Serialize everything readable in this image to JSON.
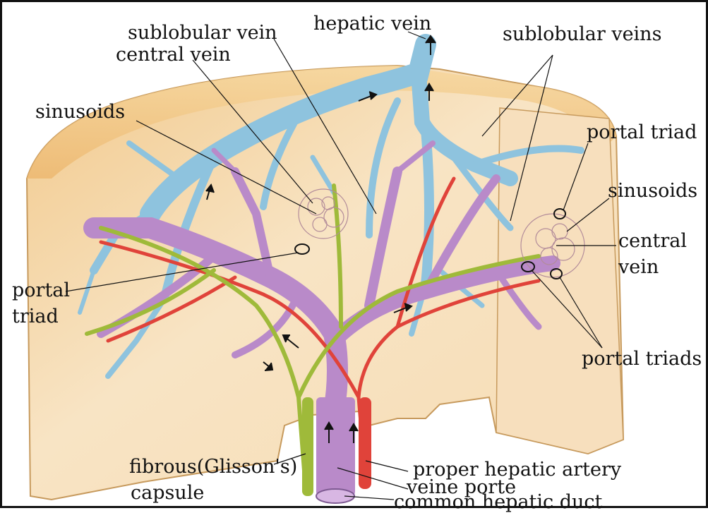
{
  "labels": {
    "hepatic_vein": "hepatic vein",
    "sublobular_vein": "sublobular vein",
    "sublobular_veins": "sublobular veins",
    "central_vein_top": "central vein",
    "sinusoids_left": "sinusoids",
    "portal_triad_right": "portal triad",
    "sinusoids_right": "sinusoids",
    "central_vein_right_1": "central",
    "central_vein_right_2": "vein",
    "portal_triad_left_1": "portal",
    "portal_triad_left_2": "triad",
    "portal_triads": "portal triads",
    "proper_hepatic_artery": "proper hepatic artery",
    "veine_porte": "veine porte",
    "common_hepatic_duct": "common hepatic duct",
    "fibrous_capsule_1": "fibrous(Glisson's)",
    "fibrous_capsule_2": "capsule"
  },
  "colors": {
    "liver": "#f4d7a6",
    "liver_dark": "#e8b878",
    "hepatic_vein": "#8ec3de",
    "portal_vein": "#b98ac9",
    "artery": "#e0433a",
    "bile_duct": "#9fba3a",
    "line": "#222222"
  }
}
